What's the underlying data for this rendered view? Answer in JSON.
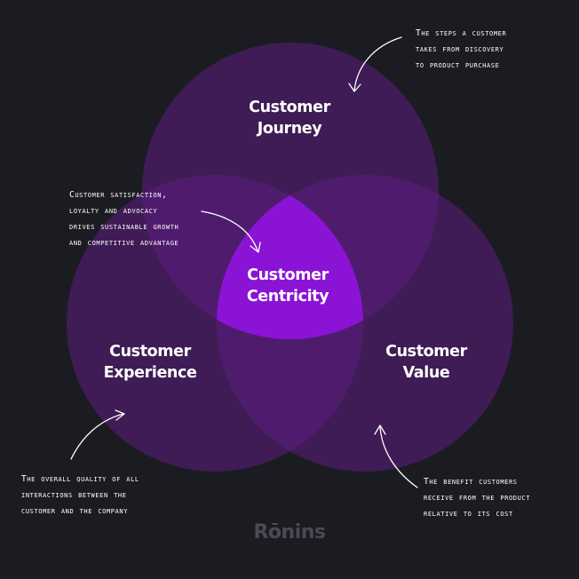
{
  "colors": {
    "background": "#1b1c21",
    "circle_fill": "#5c1e82",
    "center_fill": "#8a13d6",
    "text": "#ffffff",
    "logo": "#4a4b52"
  },
  "circles": {
    "journey": {
      "label_line1": "Customer",
      "label_line2": "Journey"
    },
    "experience": {
      "label_line1": "Customer",
      "label_line2": "Experience"
    },
    "value": {
      "label_line1": "Customer",
      "label_line2": "Value"
    },
    "center": {
      "label_line1": "Customer",
      "label_line2": "Centricity"
    }
  },
  "annotations": {
    "journey": {
      "lines": [
        "The steps a customer",
        "takes from discovery",
        "to product purchase"
      ]
    },
    "centricity": {
      "lines": [
        "Customer satisfaction,",
        "loyalty and advocacy",
        "drives sustainable growth",
        "and competitive advantage"
      ]
    },
    "experience": {
      "lines": [
        "The overall quality of all",
        "interactions between the",
        "customer and the company"
      ]
    },
    "value": {
      "lines": [
        "The benefit customers",
        "receive from the product",
        "relative to its cost"
      ]
    }
  },
  "logo": {
    "text": "Rōnins"
  }
}
